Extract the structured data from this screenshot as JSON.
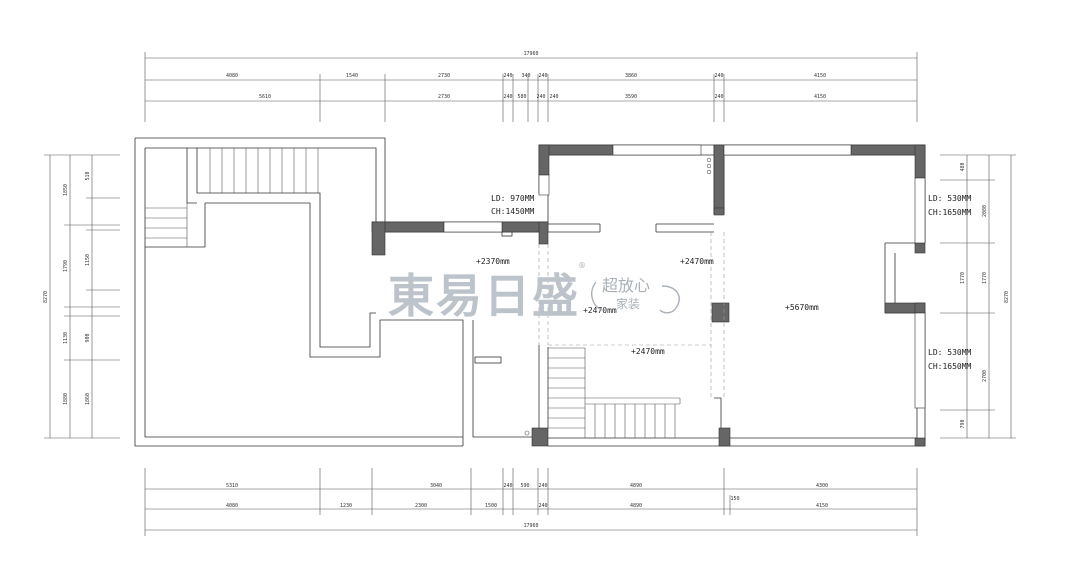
{
  "dimensions": {
    "top_total": "17960",
    "top_row1": [
      "4080",
      "1540",
      "2730",
      "240",
      "340",
      "240",
      "3860",
      "240",
      "4150"
    ],
    "top_row2": [
      "5610",
      "2730",
      "240",
      "580",
      "240",
      "240",
      "3590",
      "240",
      "4150"
    ],
    "bottom_row1": [
      "5310",
      "3040",
      "240",
      "590",
      "240",
      "4890",
      "4300"
    ],
    "bottom_row2": [
      "4080",
      "1230",
      "2300",
      "1500",
      "240",
      "4890",
      "150",
      "4150"
    ],
    "bottom_total": "17960",
    "left_total": "8270",
    "left_row1": [
      "1850",
      "1790",
      "1130",
      "1880"
    ],
    "left_row2": [
      "510",
      "1150",
      "900",
      "1860"
    ],
    "right_total": "8270",
    "right_row1": [
      "480",
      "2080",
      "1770",
      "2700",
      "790"
    ],
    "right_row2": [
      "1770"
    ]
  },
  "annotations": {
    "ld_left": "LD: 970MM",
    "ch_left": "CH:1450MM",
    "ld_right_top": "LD: 530MM",
    "ch_right_top": "CH:1650MM",
    "ld_right_bottom": "LD: 530MM",
    "ch_right_bottom": "CH:1650MM",
    "level_a": "+2370mm",
    "level_b": "+2470mm",
    "level_c": "+2470mm",
    "level_d": "+2470mm",
    "level_main": "+5670mm"
  },
  "watermark": {
    "brand": "東易日盛",
    "registered": "®",
    "slogan_1": "超放心",
    "slogan_2": "家装"
  },
  "colors": {
    "wall_fill": "#666666",
    "line": "#333333",
    "dim_line": "#555555",
    "logo": "#bcc3ca"
  }
}
